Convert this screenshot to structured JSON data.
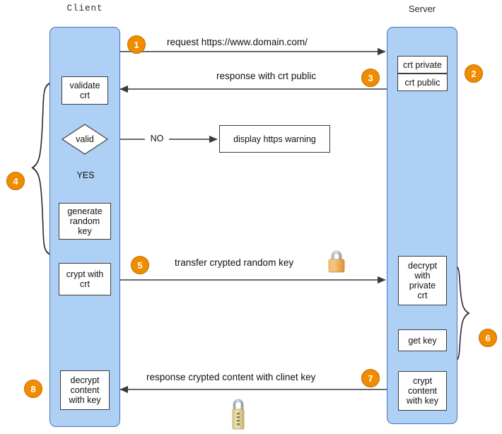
{
  "diagram": {
    "title": "HTTPS / TLS handshake sequence diagram",
    "colors": {
      "lane_fill": "#aed0f5",
      "lane_border": "#4a72b8",
      "marker_fill": "#F08C00",
      "marker_border": "#c06f00",
      "box_fill": "#ffffff",
      "box_border": "#3c3c3c",
      "line": "#3a3a3a",
      "text": "#111111"
    }
  },
  "lanes": [
    {
      "id": "client",
      "label": "Client"
    },
    {
      "id": "server",
      "label": "Server"
    }
  ],
  "client_boxes": [
    {
      "id": "validate-crt",
      "text": "validate\ncrt",
      "lines": [
        "validate",
        "crt"
      ]
    },
    {
      "id": "generate-random-key",
      "text": "generate random key",
      "lines": [
        "generate",
        "random",
        "key"
      ]
    },
    {
      "id": "crypt-with-crt",
      "text": "crypt with crt",
      "lines": [
        "crypt with",
        "crt"
      ]
    },
    {
      "id": "decrypt-content-with-key",
      "text": "decrypt content with key",
      "lines": [
        "decrypt",
        "content",
        "with key"
      ]
    }
  ],
  "client_decision": {
    "id": "valid-decision",
    "label": "valid",
    "yes_label": "YES",
    "no_label": "NO"
  },
  "client_side_boxes": [
    {
      "id": "display-https-warning",
      "text": "display https warning",
      "lines": [
        "display https warning"
      ]
    }
  ],
  "server_boxes": [
    {
      "id": "crt-private",
      "text": "crt private",
      "lines": [
        "crt private"
      ]
    },
    {
      "id": "crt-public",
      "text": "crt public",
      "lines": [
        "crt public"
      ]
    },
    {
      "id": "decrypt-with-private-crt",
      "text": "decrypt with private crt",
      "lines": [
        "decrypt",
        "with",
        "private",
        "crt"
      ]
    },
    {
      "id": "get-key",
      "text": "get key",
      "lines": [
        "get key"
      ]
    },
    {
      "id": "crypt-content-with-key",
      "text": "crypt content with key",
      "lines": [
        "crypt",
        "content",
        "with key"
      ]
    }
  ],
  "messages": [
    {
      "id": "msg-request",
      "text": "request https://www.domain.com/",
      "direction": "client-to-server"
    },
    {
      "id": "msg-response-crt",
      "text": "response with crt public",
      "direction": "server-to-client"
    },
    {
      "id": "msg-transfer",
      "text": "transfer crypted random key",
      "direction": "client-to-server"
    },
    {
      "id": "msg-response-content",
      "text": "response crypted content with clinet key",
      "direction": "server-to-client"
    }
  ],
  "markers": [
    {
      "id": "step-1",
      "label": "1"
    },
    {
      "id": "step-2",
      "label": "2"
    },
    {
      "id": "step-3",
      "label": "3"
    },
    {
      "id": "step-4",
      "label": "4"
    },
    {
      "id": "step-5",
      "label": "5"
    },
    {
      "id": "step-6",
      "label": "6"
    },
    {
      "id": "step-7",
      "label": "7"
    },
    {
      "id": "step-8",
      "label": "8"
    }
  ],
  "icons": [
    {
      "id": "padlock-closed-icon",
      "name": "closed-padlock-icon"
    },
    {
      "id": "padlock-combination-icon",
      "name": "combination-padlock-icon"
    }
  ]
}
